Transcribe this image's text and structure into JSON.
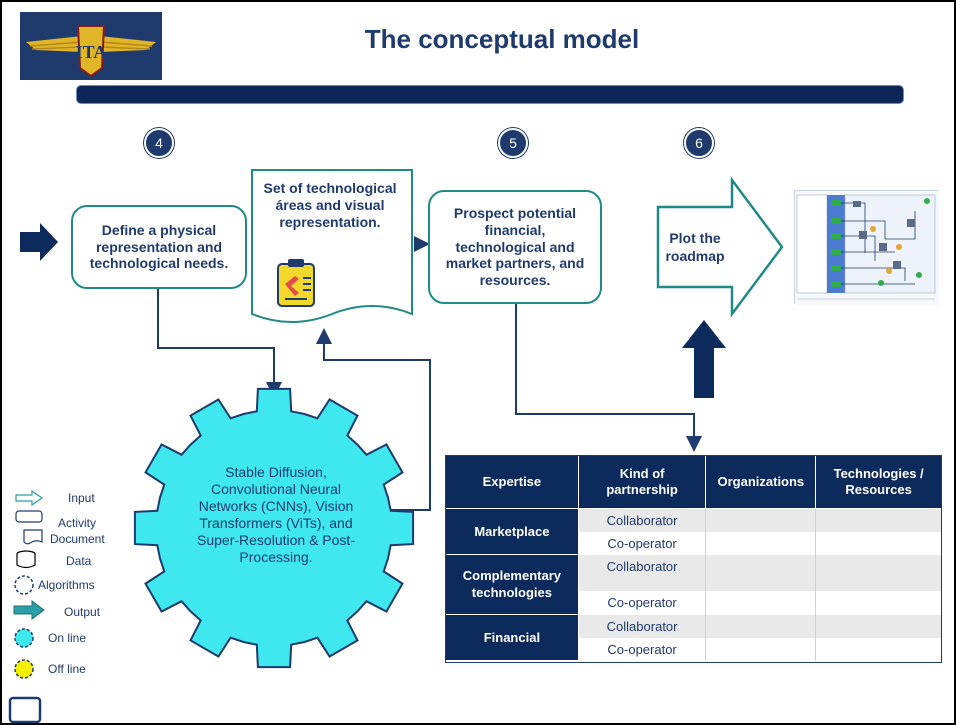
{
  "title": "The conceptual model",
  "colors": {
    "navy": "#1f3b6e",
    "teal_border": "#1f8a86",
    "gear_online": "#3fe8ee",
    "gear_offline": "#f5f000",
    "table_header": "#0d2a5c"
  },
  "steps": {
    "step4": "4",
    "step5": "5",
    "step6": "6"
  },
  "activities": {
    "physical": "Define a physical representation and technological needs.",
    "document": "Set of technological áreas and visual representation.",
    "prospect": "Prospect potential financial, technological and market partners, and resources.",
    "plot": "Plot the roadmap"
  },
  "algorithm_gear": "Stable Diffusion, Convolutional Neural Networks (CNNs), Vision Transformers (ViTs), and Super-Resolution & Post-Processing.",
  "legend": {
    "input": "Input",
    "activity": "Activity",
    "document": "Document",
    "data": "Data",
    "algorithms": "Algorithms",
    "output": "Output",
    "online": "On line",
    "offline": "Off line"
  },
  "table": {
    "headers": [
      "Expertise",
      "Kind of partnership",
      "Organizations",
      "Technologies / Resources"
    ],
    "groups": [
      {
        "name": "Marketplace",
        "kinds": [
          "Collaborator",
          "Co-operator"
        ]
      },
      {
        "name": "Complementary technologies",
        "kinds": [
          "Collaborator",
          "Co-operator"
        ]
      },
      {
        "name": "Financial",
        "kinds": [
          "Collaborator",
          "Co-operator"
        ]
      }
    ]
  },
  "icons": [
    "input-arrow-icon",
    "document-clipboard-icon",
    "gear-icon",
    "up-arrow-icon",
    "roadmap-thumbnail"
  ]
}
